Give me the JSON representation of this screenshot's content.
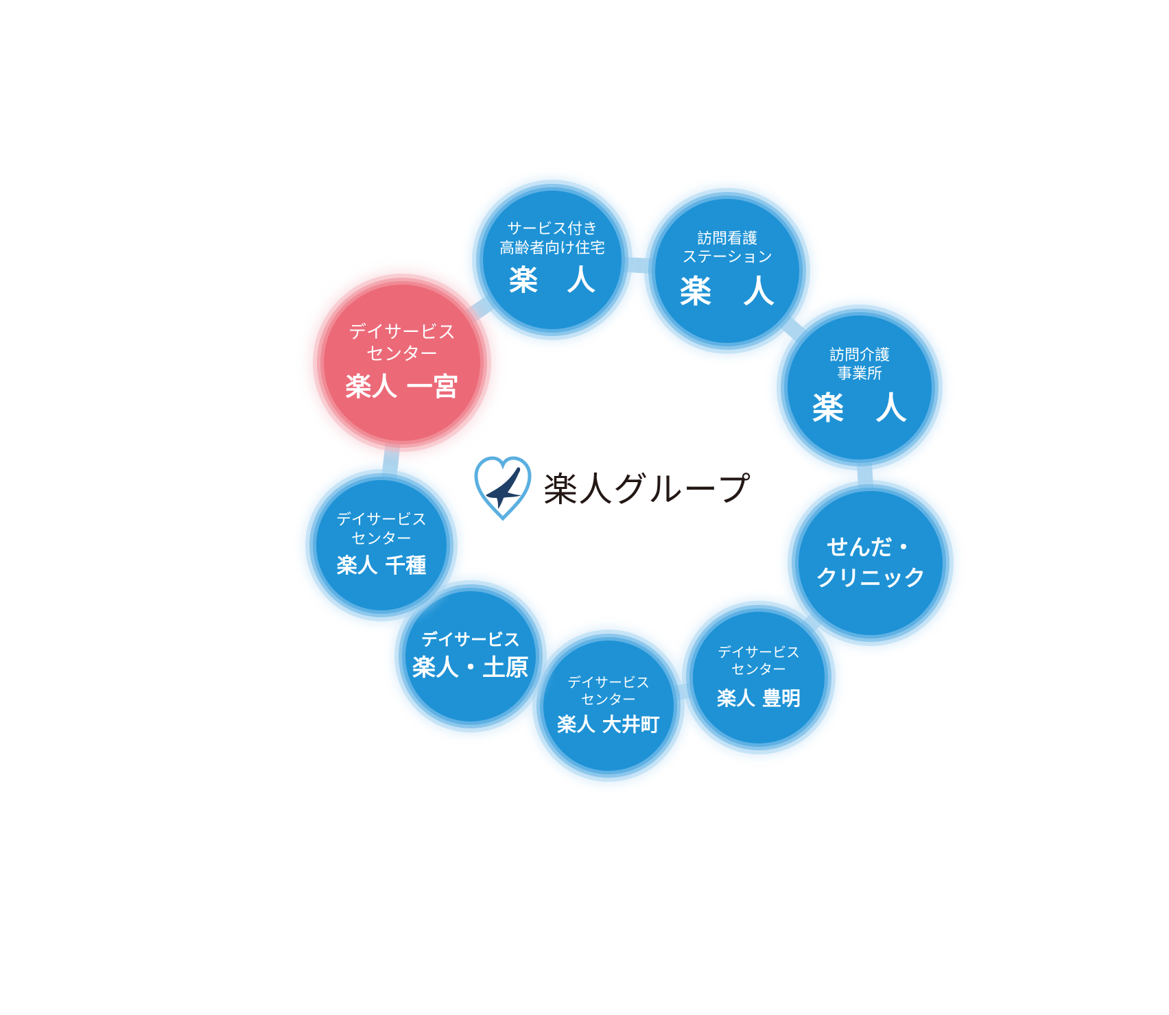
{
  "center": {
    "title": "楽人グループ",
    "logo_icon": "heart-bird-icon"
  },
  "colors": {
    "node_blue": "#1e92d5",
    "node_red": "#ec6a78",
    "connector": "#a9d3ee",
    "title_text": "#231815"
  },
  "nodes": [
    {
      "id": "ichinomiya",
      "line1": "デイサービス",
      "line2": "センター",
      "name": "楽人 一宮"
    },
    {
      "id": "sakoju",
      "line1": "サービス付き",
      "line2": "高齢者向け住宅",
      "name": "楽　人"
    },
    {
      "id": "kango",
      "line1": "訪問看護",
      "line2": "ステーション",
      "name": "楽　人"
    },
    {
      "id": "kaigo",
      "line1": "訪問介護",
      "line2": "事業所",
      "name": "楽　人"
    },
    {
      "id": "clinic",
      "line1": "せんだ・",
      "line2": "クリニック",
      "name": ""
    },
    {
      "id": "toyoake",
      "line1": "デイサービス",
      "line2": "センター",
      "name": "楽人 豊明"
    },
    {
      "id": "ooimachi",
      "line1": "デイサービス",
      "line2": "センター",
      "name": "楽人 大井町"
    },
    {
      "id": "tsuchihara",
      "line1": "デイサービス",
      "line2": "",
      "name": "楽人・土原"
    },
    {
      "id": "chikusa",
      "line1": "デイサービス",
      "line2": "センター",
      "name": "楽人 千種"
    }
  ]
}
